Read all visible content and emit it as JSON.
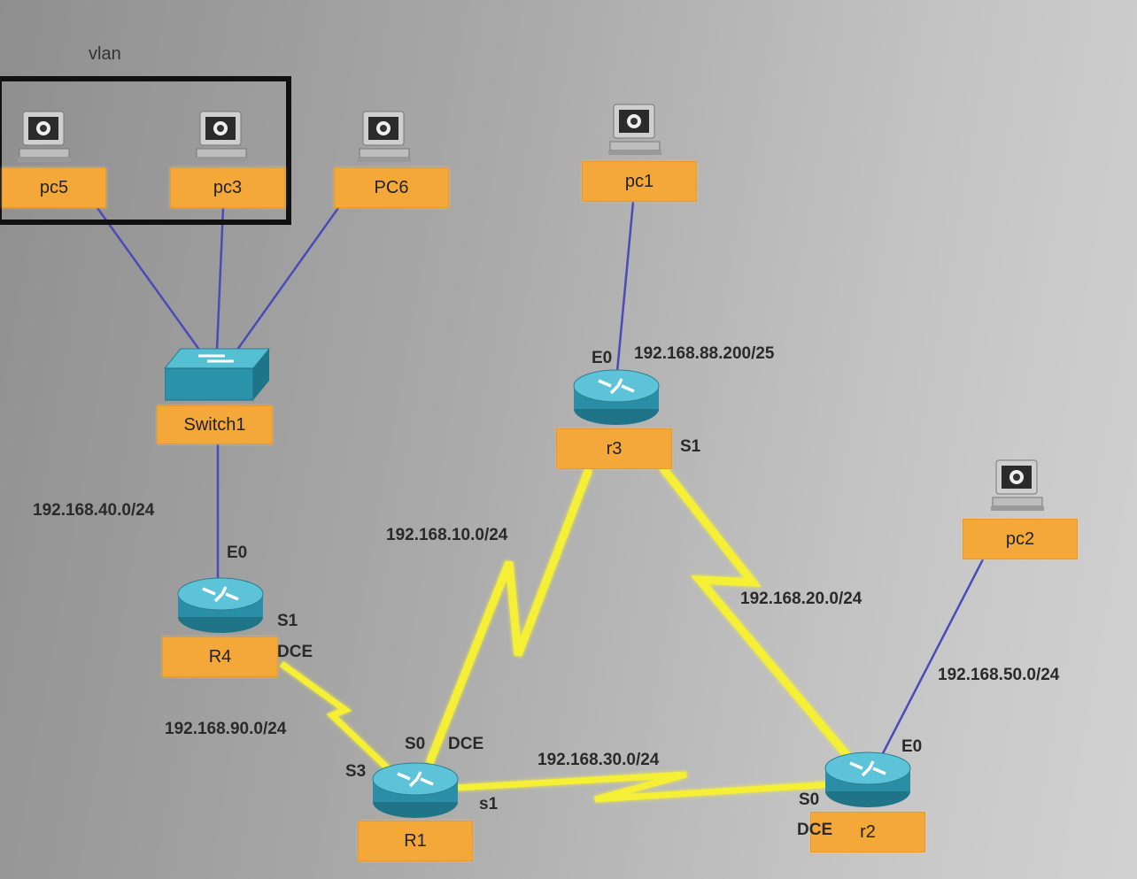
{
  "vlan": {
    "title": "vlan"
  },
  "devices": {
    "pc5": "pc5",
    "pc3": "pc3",
    "pc6": "PC6",
    "pc1": "pc1",
    "pc2": "pc2",
    "switch1": "Switch1",
    "r3": "r3",
    "r4": "R4",
    "r1": "R1",
    "r2": "r2"
  },
  "networks": {
    "n40": "192.168.40.0/24",
    "n10": "192.168.10.0/24",
    "n20": "192.168.20.0/24",
    "n50": "192.168.50.0/24",
    "n90": "192.168.90.0/24",
    "n30": "192.168.30.0/24",
    "r3_e0_ip": "192.168.88.200/25"
  },
  "interfaces": {
    "r3_e0": "E0",
    "r3_s1": "S1",
    "r4_e0": "E0",
    "r4_s1": "S1",
    "r4_dce": "DCE",
    "r1_s0": "S0",
    "r1_dce": "DCE",
    "r1_s3": "S3",
    "r1_s1": "s1",
    "r2_e0": "E0",
    "r2_s0": "S0",
    "r2_dce": "DCE"
  },
  "colors": {
    "label_bg": "#f5a83a",
    "ethernet": "#4a4ab8",
    "serial": "#f5f036",
    "router": "#2a8fa6"
  }
}
